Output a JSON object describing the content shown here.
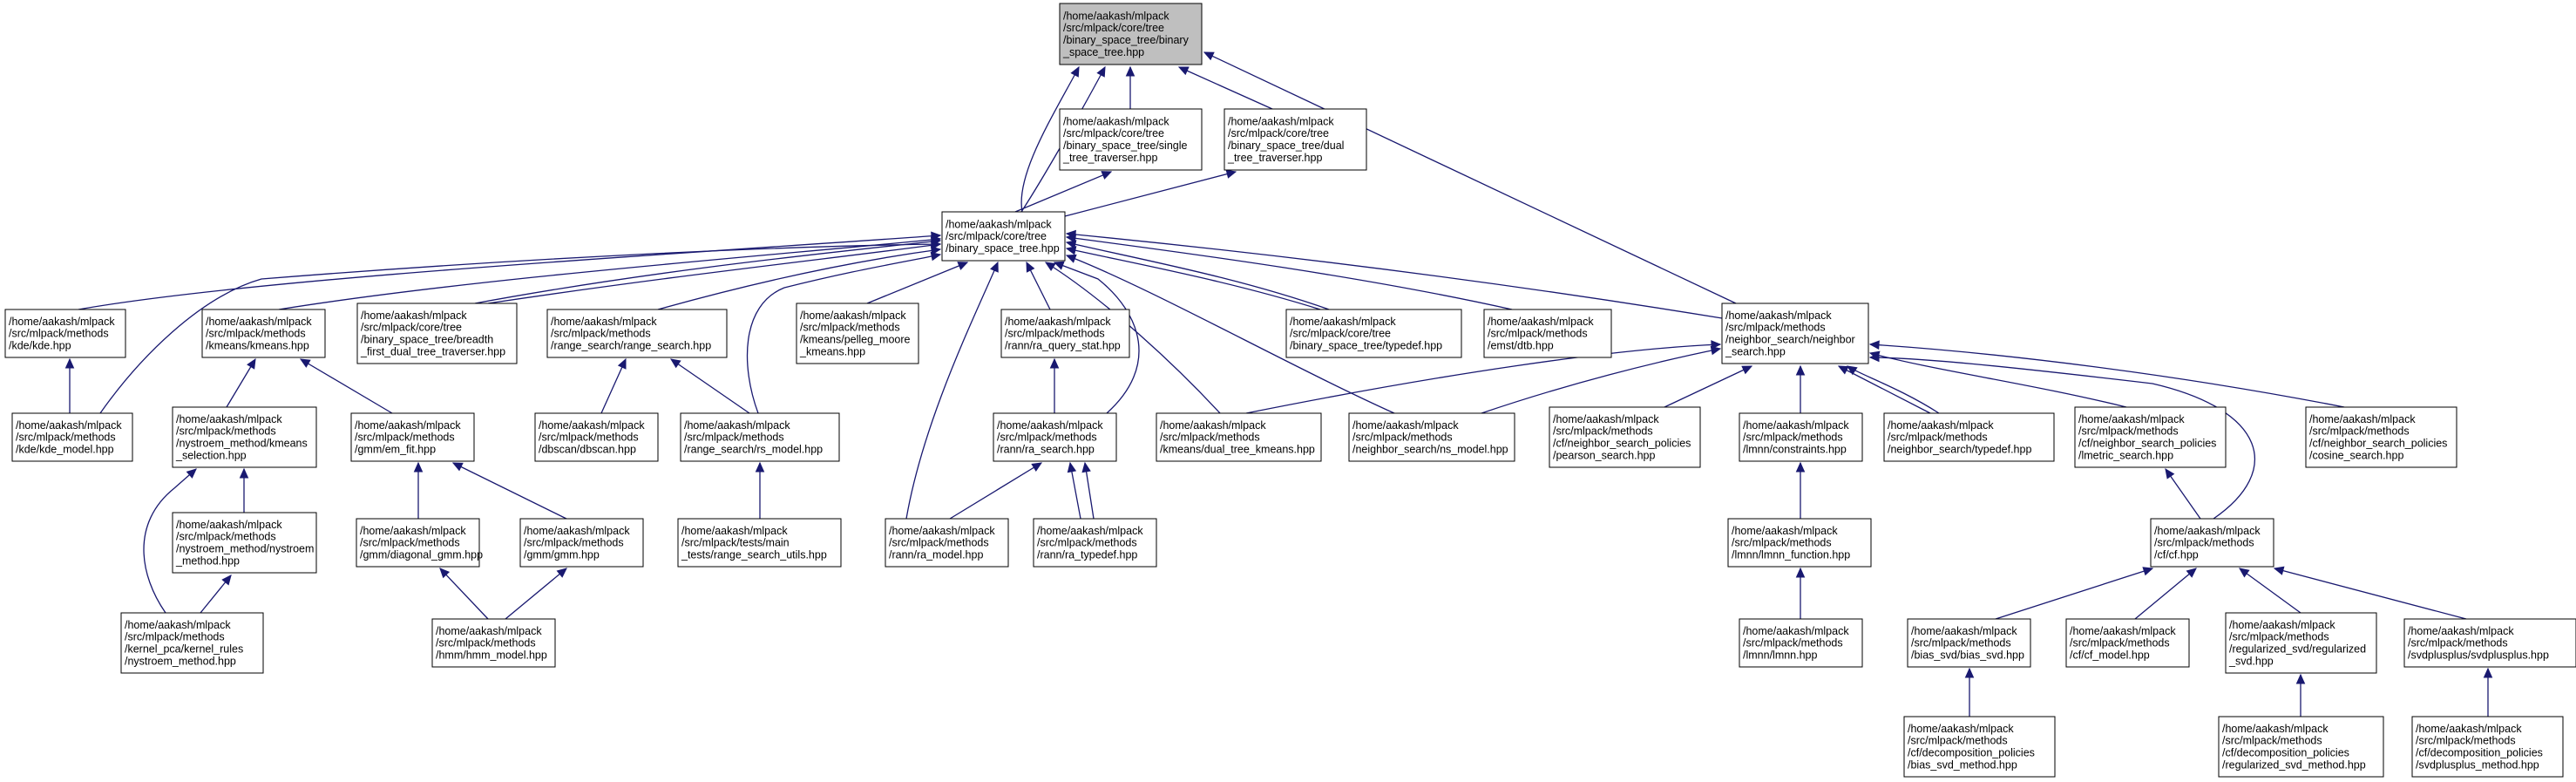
{
  "nodes": {
    "root": [
      "/home/aakash/mlpack",
      "/src/mlpack/core/tree",
      "/binary_space_tree/binary",
      "_space_tree.hpp"
    ],
    "single": [
      "/home/aakash/mlpack",
      "/src/mlpack/core/tree",
      "/binary_space_tree/single",
      "_tree_traverser.hpp"
    ],
    "dual": [
      "/home/aakash/mlpack",
      "/src/mlpack/core/tree",
      "/binary_space_tree/dual",
      "_tree_traverser.hpp"
    ],
    "bst": [
      "/home/aakash/mlpack",
      "/src/mlpack/core/tree",
      "/binary_space_tree.hpp"
    ],
    "kde": [
      "/home/aakash/mlpack",
      "/src/mlpack/methods",
      "/kde/kde.hpp"
    ],
    "kmeans": [
      "/home/aakash/mlpack",
      "/src/mlpack/methods",
      "/kmeans/kmeans.hpp"
    ],
    "breadth": [
      "/home/aakash/mlpack",
      "/src/mlpack/core/tree",
      "/binary_space_tree/breadth",
      "_first_dual_tree_traverser.hpp"
    ],
    "rangesearch": [
      "/home/aakash/mlpack",
      "/src/mlpack/methods",
      "/range_search/range_search.hpp"
    ],
    "pelleg": [
      "/home/aakash/mlpack",
      "/src/mlpack/methods",
      "/kmeans/pelleg_moore",
      "_kmeans.hpp"
    ],
    "raquery": [
      "/home/aakash/mlpack",
      "/src/mlpack/methods",
      "/rann/ra_query_stat.hpp"
    ],
    "bsttypedef": [
      "/home/aakash/mlpack",
      "/src/mlpack/core/tree",
      "/binary_space_tree/typedef.hpp"
    ],
    "emst": [
      "/home/aakash/mlpack",
      "/src/mlpack/methods",
      "/emst/dtb.hpp"
    ],
    "nsearch": [
      "/home/aakash/mlpack",
      "/src/mlpack/methods",
      "/neighbor_search/neighbor",
      "_search.hpp"
    ],
    "kdemodel": [
      "/home/aakash/mlpack",
      "/src/mlpack/methods",
      "/kde/kde_model.hpp"
    ],
    "nystsel": [
      "/home/aakash/mlpack",
      "/src/mlpack/methods",
      "/nystroem_method/kmeans",
      "_selection.hpp"
    ],
    "emfit": [
      "/home/aakash/mlpack",
      "/src/mlpack/methods",
      "/gmm/em_fit.hpp"
    ],
    "dbscan": [
      "/home/aakash/mlpack",
      "/src/mlpack/methods",
      "/dbscan/dbscan.hpp"
    ],
    "rsmodel": [
      "/home/aakash/mlpack",
      "/src/mlpack/methods",
      "/range_search/rs_model.hpp"
    ],
    "rasearch": [
      "/home/aakash/mlpack",
      "/src/mlpack/methods",
      "/rann/ra_search.hpp"
    ],
    "dtkmeans": [
      "/home/aakash/mlpack",
      "/src/mlpack/methods",
      "/kmeans/dual_tree_kmeans.hpp"
    ],
    "nsmodel": [
      "/home/aakash/mlpack",
      "/src/mlpack/methods",
      "/neighbor_search/ns_model.hpp"
    ],
    "pearson": [
      "/home/aakash/mlpack",
      "/src/mlpack/methods",
      "/cf/neighbor_search_policies",
      "/pearson_search.hpp"
    ],
    "lmnnc": [
      "/home/aakash/mlpack",
      "/src/mlpack/methods",
      "/lmnn/constraints.hpp"
    ],
    "nstypedef": [
      "/home/aakash/mlpack",
      "/src/mlpack/methods",
      "/neighbor_search/typedef.hpp"
    ],
    "lmetric": [
      "/home/aakash/mlpack",
      "/src/mlpack/methods",
      "/cf/neighbor_search_policies",
      "/lmetric_search.hpp"
    ],
    "cosine": [
      "/home/aakash/mlpack",
      "/src/mlpack/methods",
      "/cf/neighbor_search_policies",
      "/cosine_search.hpp"
    ],
    "nystmethod": [
      "/home/aakash/mlpack",
      "/src/mlpack/methods",
      "/nystroem_method/nystroem",
      "_method.hpp"
    ],
    "diaggmm": [
      "/home/aakash/mlpack",
      "/src/mlpack/methods",
      "/gmm/diagonal_gmm.hpp"
    ],
    "gmm": [
      "/home/aakash/mlpack",
      "/src/mlpack/methods",
      "/gmm/gmm.hpp"
    ],
    "rsutils": [
      "/home/aakash/mlpack",
      "/src/mlpack/tests/main",
      "_tests/range_search_utils.hpp"
    ],
    "ramodel": [
      "/home/aakash/mlpack",
      "/src/mlpack/methods",
      "/rann/ra_model.hpp"
    ],
    "ratypedef": [
      "/home/aakash/mlpack",
      "/src/mlpack/methods",
      "/rann/ra_typedef.hpp"
    ],
    "lmnnfunc": [
      "/home/aakash/mlpack",
      "/src/mlpack/methods",
      "/lmnn/lmnn_function.hpp"
    ],
    "cf": [
      "/home/aakash/mlpack",
      "/src/mlpack/methods",
      "/cf/cf.hpp"
    ],
    "kernelnyst": [
      "/home/aakash/mlpack",
      "/src/mlpack/methods",
      "/kernel_pca/kernel_rules",
      "/nystroem_method.hpp"
    ],
    "hmm": [
      "/home/aakash/mlpack",
      "/src/mlpack/methods",
      "/hmm/hmm_model.hpp"
    ],
    "lmnn": [
      "/home/aakash/mlpack",
      "/src/mlpack/methods",
      "/lmnn/lmnn.hpp"
    ],
    "biassvd": [
      "/home/aakash/mlpack",
      "/src/mlpack/methods",
      "/bias_svd/bias_svd.hpp"
    ],
    "cfmodel": [
      "/home/aakash/mlpack",
      "/src/mlpack/methods",
      "/cf/cf_model.hpp"
    ],
    "regsvd": [
      "/home/aakash/mlpack",
      "/src/mlpack/methods",
      "/regularized_svd/regularized",
      "_svd.hpp"
    ],
    "svdpp": [
      "/home/aakash/mlpack",
      "/src/mlpack/methods",
      "/svdplusplus/svdplusplus.hpp"
    ],
    "biassvdpol": [
      "/home/aakash/mlpack",
      "/src/mlpack/methods",
      "/cf/decomposition_policies",
      "/bias_svd_method.hpp"
    ],
    "regsvdpol": [
      "/home/aakash/mlpack",
      "/src/mlpack/methods",
      "/cf/decomposition_policies",
      "/regularized_svd_method.hpp"
    ],
    "svdpppol": [
      "/home/aakash/mlpack",
      "/src/mlpack/methods",
      "/cf/decomposition_policies",
      "/svdplusplus_method.hpp"
    ]
  }
}
